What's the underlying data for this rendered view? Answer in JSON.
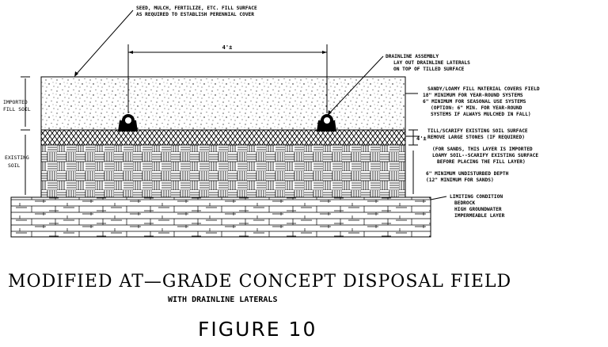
{
  "callouts": {
    "seed": [
      "SEED, MULCH, FERTILIZE, ETC. FILL SURFACE",
      "AS REQUIRED TO ESTABLISH PERENNIAL COVER"
    ],
    "drainline": [
      "DRAINLINE ASSEMBLY",
      "LAY OUT DRAINLINE LATERALS",
      "ON TOP OF TILLED SURFACE"
    ],
    "fill": [
      "SANDY/LOAMY FILL MATERIAL COVERS FIELD",
      "18\" MINIMUM FOR YEAR-ROUND SYSTEMS",
      "6\" MINIMUM FOR SEASONAL USE SYSTEMS",
      "(OPTION: 6\" MIN. FOR YEAR-ROUND",
      "SYSTEMS IF ALWAYS MULCHED IN FALL)"
    ],
    "till": [
      "TILL/SCARIFY EXISTING SOIL SURFACE",
      "REMOVE LARGE STONES (IF REQUIRED)"
    ],
    "sands": [
      "(FOR SANDS, THIS LAYER IS IMPORTED",
      "LOAMY SOIL--SCARIFY EXISTING SURFACE",
      "BEFORE PLACING THE FILL LAYER)"
    ],
    "depth": [
      "6\" MINIMUM UNDISTURBED DEPTH",
      "(12\" MINIMUM FOR SANDS)"
    ],
    "limiting": [
      "LIMITING CONDITION",
      "BEDROCK",
      "HIGH GROUNDWATER",
      "IMPERMEABLE LAYER"
    ]
  },
  "side_labels": {
    "imported": [
      "IMPORTED",
      "FILL SOIL"
    ],
    "existing": [
      "EXISTING",
      "SOIL"
    ]
  },
  "dimensions": {
    "lateral_spacing": "4'±",
    "till_depth": "4'±"
  },
  "title": "MODIFIED AT—GRADE CONCEPT DISPOSAL FIELD",
  "subtitle": "WITH DRAINLINE LATERALS",
  "figure_label": "FIGURE 10"
}
